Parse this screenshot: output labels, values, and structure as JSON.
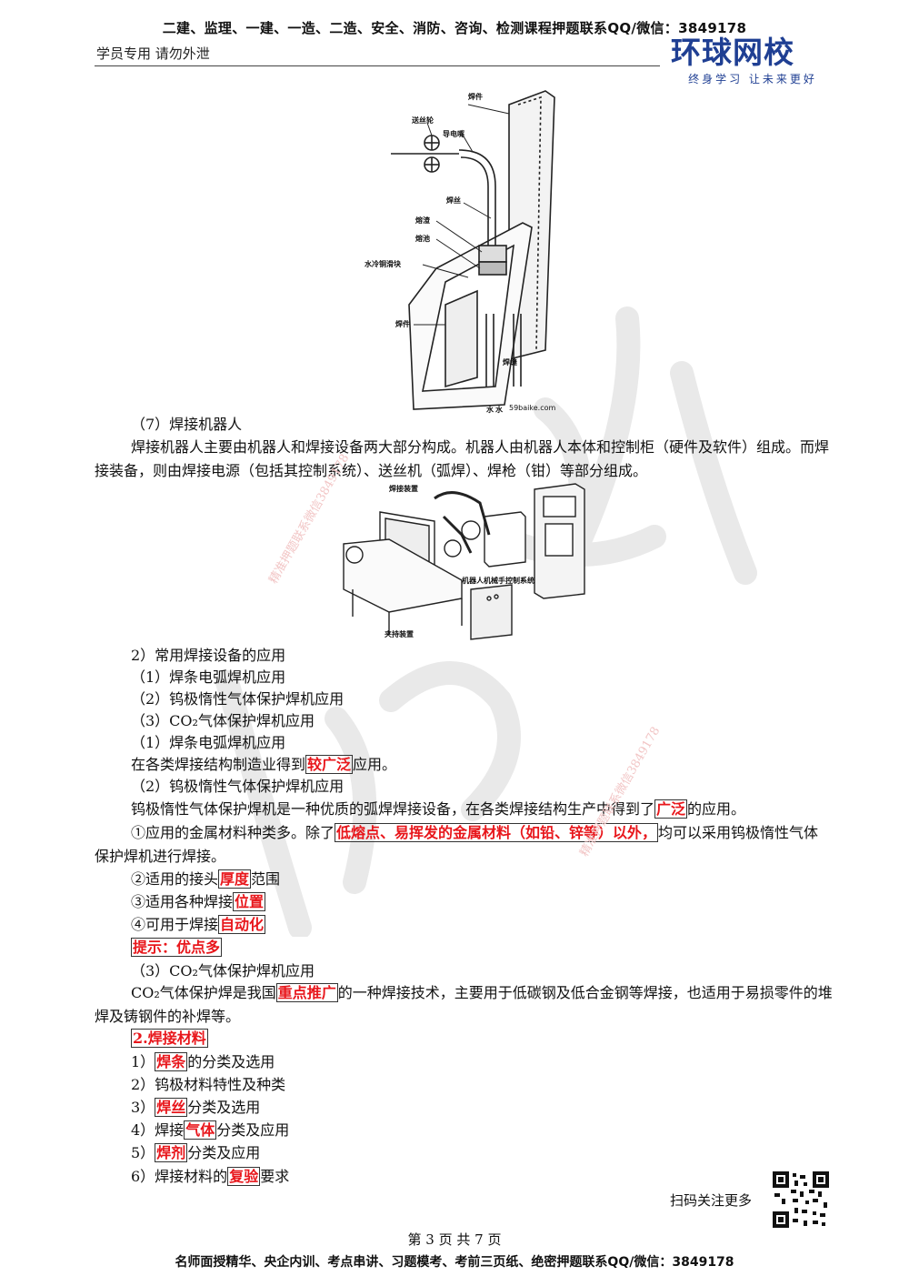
{
  "header": {
    "banner": "二建、监理、一建、一造、二造、安全、消防、咨询、检测课程押题联系QQ/微信：3849178",
    "notice": "学员专用 请勿外泄",
    "logo_main": "环球网校",
    "logo_slogan": "终身学习 让未来更好"
  },
  "figure1": {
    "labels": {
      "wire_feed_wheel": "送丝轮",
      "contact_tip": "导电嘴",
      "workpiece_top": "焊件",
      "wire": "焊丝",
      "slag": "熔渣",
      "pool": "熔池",
      "copper_shoe": "水冷铜滑块",
      "workpiece_bottom": "焊件",
      "seam": "焊缝",
      "water_left": "水",
      "water_right": "水",
      "site": "59baike.com"
    }
  },
  "figure2": {
    "labels": {
      "welding_device": "焊接装置",
      "control_system": "机器人机械手控制系统",
      "clamping_device": "夹持装置"
    }
  },
  "content": {
    "robot_heading": "（7）焊接机器人",
    "robot_para": "焊接机器人主要由机器人和焊接设备两大部分构成。机器人由机器人本体和控制柜（硬件及软件）组成。而焊接装备，则由焊接电源（包括其控制系统）、送丝机（弧焊）、焊枪（钳）等部分组成。",
    "app_heading": "2）常用焊接设备的应用",
    "app_items": [
      "（1）焊条电弧焊机应用",
      "（2）钨极惰性气体保护焊机应用",
      "（3）CO₂气体保护焊机应用",
      "（1）焊条电弧焊机应用"
    ],
    "arc_text_a": "在各类焊接结构制造业得到",
    "arc_hl": "较广泛",
    "arc_text_b": "应用。",
    "tig_heading": "（2）钨极惰性气体保护焊机应用",
    "tig_text_a": "钨极惰性气体保护焊机是一种优质的弧焊焊接设备，在各类焊接结构生产中得到了",
    "tig_hl": "广泛",
    "tig_text_b": "的应用。",
    "tig1_a": "①应用的金属材料种类多。除了",
    "tig1_hl": "低熔点、易挥发的金属材料（如铅、锌等）以外，",
    "tig1_b": "均可以采用钨极惰性气体保护焊机进行焊接。",
    "tig2_a": "②适用的接头",
    "tig2_hl": "厚度",
    "tig2_b": "范围",
    "tig3_a": "③适用各种焊接",
    "tig3_hl": "位置",
    "tig4_a": "④可用于焊接",
    "tig4_hl": "自动化",
    "tip": "提示：优点多",
    "co2_heading": "（3）CO₂气体保护焊机应用",
    "co2_a": "CO₂气体保护焊是我国",
    "co2_hl": "重点推广",
    "co2_b": "的一种焊接技术，主要用于低碳钢及低合金钢等焊接，也适用于易损零件的堆焊及铸钢件的补焊等。",
    "materials_heading": "2.焊接材料",
    "m1_a": "1）",
    "m1_hl": "焊条",
    "m1_b": "的分类及选用",
    "m2": "2）钨极材料特性及种类",
    "m3_a": "3）",
    "m3_hl": "焊丝",
    "m3_b": "分类及选用",
    "m4_a": "4）焊接",
    "m4_hl": "气体",
    "m4_b": "分类及应用",
    "m5_a": "5）",
    "m5_hl": "焊剂",
    "m5_b": "分类及应用",
    "m6_a": "6）焊接材料的",
    "m6_hl": "复验",
    "m6_b": "要求"
  },
  "watermark": {
    "text1": "精准押题联系微信3849178",
    "text2": "精准押题联系微信3849178"
  },
  "footer": {
    "scan": "扫码关注更多",
    "page": "第 3 页 共 7 页",
    "banner": "名师面授精华、央企内训、考点串讲、习题模考、考前三页纸、绝密押题联系QQ/微信：3849178"
  }
}
